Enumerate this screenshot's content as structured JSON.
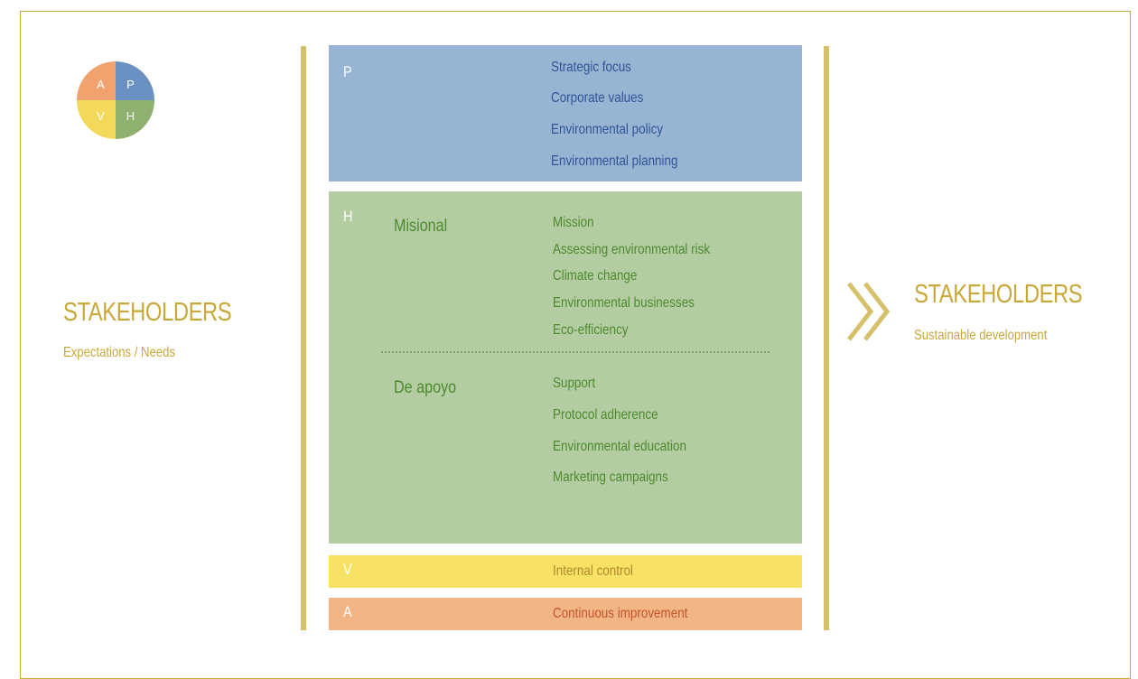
{
  "colors": {
    "gold": "#c9a83a",
    "bar": "#d7c06a",
    "p_fill": "#98b4d3",
    "p_text": "#2f5496",
    "h_fill": "#b4cca2",
    "h_text": "#4c8a2e",
    "v_fill": "#f7e265",
    "v_text": "#b0892a",
    "a_fill": "#f2b586",
    "a_text": "#c2552c",
    "q_a": "#f0a36e",
    "q_p": "#6b91c2",
    "q_v": "#f2d95a",
    "q_h": "#8fb06e"
  },
  "cycle": {
    "a": "A",
    "p": "P",
    "v": "V",
    "h": "H"
  },
  "left": {
    "title": "STAKEHOLDERS",
    "subtitle": "Expectations / Needs"
  },
  "right": {
    "title": "STAKEHOLDERS",
    "subtitle": "Sustainable development",
    "arrow_icon": "double-chevron-right-icon"
  },
  "plan": {
    "letter": "P",
    "items": [
      "Strategic focus",
      "Corporate values",
      "Environmental policy",
      "Environmental planning"
    ]
  },
  "do": {
    "letter": "H",
    "misional": {
      "label": "Misional",
      "items": [
        "Mission",
        "Assessing environmental risk",
        "Climate change",
        "Environmental businesses",
        "Eco-efficiency"
      ]
    },
    "apoyo": {
      "label": "De apoyo",
      "items": [
        "Support",
        "Protocol adherence",
        "Environmental education",
        "Marketing campaigns"
      ]
    }
  },
  "verify": {
    "letter": "V",
    "item": "Internal control"
  },
  "act": {
    "letter": "A",
    "item": "Continuous improvement"
  }
}
